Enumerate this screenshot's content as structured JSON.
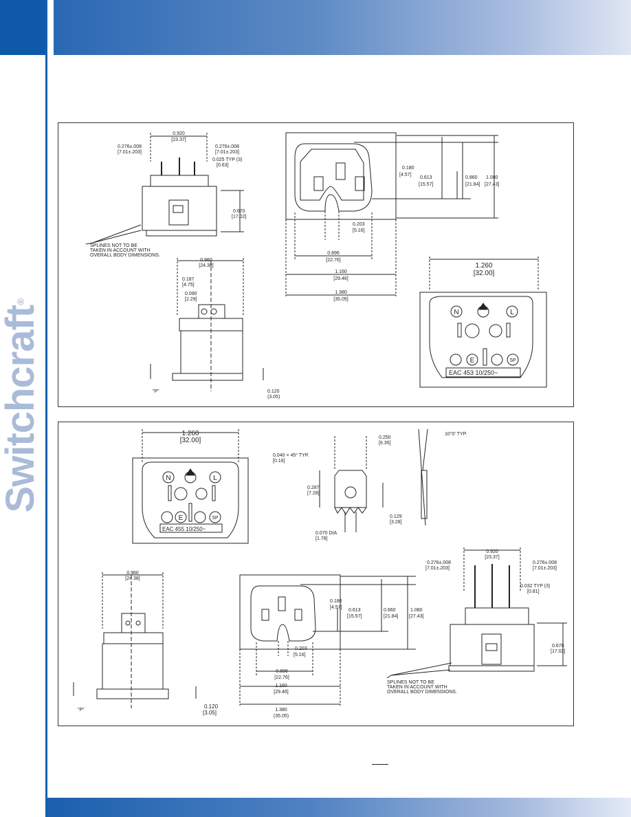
{
  "brand": {
    "name": "Switchcraft",
    "reg_mark": "®"
  },
  "colors": {
    "accent": "#1560ac",
    "brand_text": "#a9bbd8"
  },
  "panel1": {
    "side": {
      "dim_top": "0.920",
      "dim_top_mm": "[23.37]",
      "dim_left": "0.276±.008",
      "dim_left_mm": "[7.01±.203]",
      "dim_right": "0.276±.008",
      "dim_right_mm": "[7.01±.203]",
      "dim_typ": "0.025 TYP (3)",
      "dim_typ_mm": "[0.63]",
      "dim_height": "0.670",
      "dim_height_mm": "[17.02]",
      "note_1": "SPLINES NOT TO BE",
      "note_2": "TAKEN IN ACCOUNT WITH",
      "note_3": "OVERALL BODY DIMENSIONS."
    },
    "end": {
      "dim_width": "0.960",
      "dim_width_mm": "[24.38]",
      "dim_a": "0.187",
      "dim_a_mm": "[4.75]",
      "dim_b": "0.090",
      "dim_b_mm": "[2.29]",
      "label_p": "\"P\"",
      "dim_bottom": "0.120",
      "dim_bottom_mm": "(3.05)"
    },
    "front": {
      "dim_180": "0.180",
      "dim_180_mm": "[4.57]",
      "dim_613": "0.613",
      "dim_613_mm": "[15.57]",
      "dim_860": "0.860",
      "dim_860_mm": "[21.84]",
      "dim_1080": "1.080",
      "dim_1080_mm": "[27.43]",
      "dim_203": "0.203",
      "dim_203_mm": "[5.16]",
      "dim_896": "0.896",
      "dim_896_mm": "[22.76]",
      "dim_1160": "1.160",
      "dim_1160_mm": "[29.46]",
      "dim_1380": "1.380",
      "dim_1380_mm": "[35.05]"
    },
    "rear": {
      "dim_1260": "1.260",
      "dim_1260_mm": "[32.00]",
      "mark_n": "N",
      "mark_l": "L",
      "mark_e": "E",
      "mark_sp": "SP",
      "rating": "EAC 453  10/250~"
    }
  },
  "panel2": {
    "rear": {
      "dim_1260": "1.260",
      "dim_1260_mm": "[32.00]",
      "mark_n": "N",
      "mark_l": "L",
      "mark_e": "E",
      "mark_sp": "SP",
      "rating": "EAC 455  10/250~"
    },
    "terminal": {
      "chamfer": "0.040 × 45° TYP.",
      "chamfer_mm": "[0.16]",
      "dim_250": "0.250",
      "dim_250_mm": "[6.35]",
      "dim_287": "0.287",
      "dim_287_mm": "[7.28]",
      "dim_129": "0.129",
      "dim_129_mm": "[3.28]",
      "dim_070": "0.070 DIA",
      "dim_070_mm": "[1.78]",
      "angle": "10°0' TYP."
    },
    "end": {
      "dim_width": "0.960",
      "dim_width_mm": "[24.38]",
      "label_p": "\"P\"",
      "dim_bottom": "0.120",
      "dim_bottom_mm": "[3.05]"
    },
    "front": {
      "dim_180": "0.180",
      "dim_180_mm": "[4.57]",
      "dim_613": "0.613",
      "dim_613_mm": "[15.57]",
      "dim_860": "0.660",
      "dim_860_mm": "[21.84]",
      "dim_1080": "1.080",
      "dim_1080_mm": "[27.43]",
      "dim_203": "0.203",
      "dim_203_mm": "[5.16]",
      "dim_896": "0.896",
      "dim_896_mm": "[22.76]",
      "dim_1160": "1.160",
      "dim_1160_mm": "[29.46]",
      "dim_1380": "1.380",
      "dim_1380_mm": "(35.05)"
    },
    "side": {
      "dim_top": "0.920",
      "dim_top_mm": "[23.37]",
      "dim_left": "0.276±.008",
      "dim_left_mm": "[7.01±.203]",
      "dim_right": "0.276±.008",
      "dim_right_mm": "[7.01±.203]",
      "dim_typ": "0.032 TYP (3)",
      "dim_typ_mm": "[0.81]",
      "dim_height": "0.670",
      "dim_height_mm": "[17.02]",
      "note_1": "SPLINES NOT TO BE",
      "note_2": "TAKEN IN ACCOUNT WITH",
      "note_3": "OVERALL BODY DIMENSIONS."
    }
  }
}
